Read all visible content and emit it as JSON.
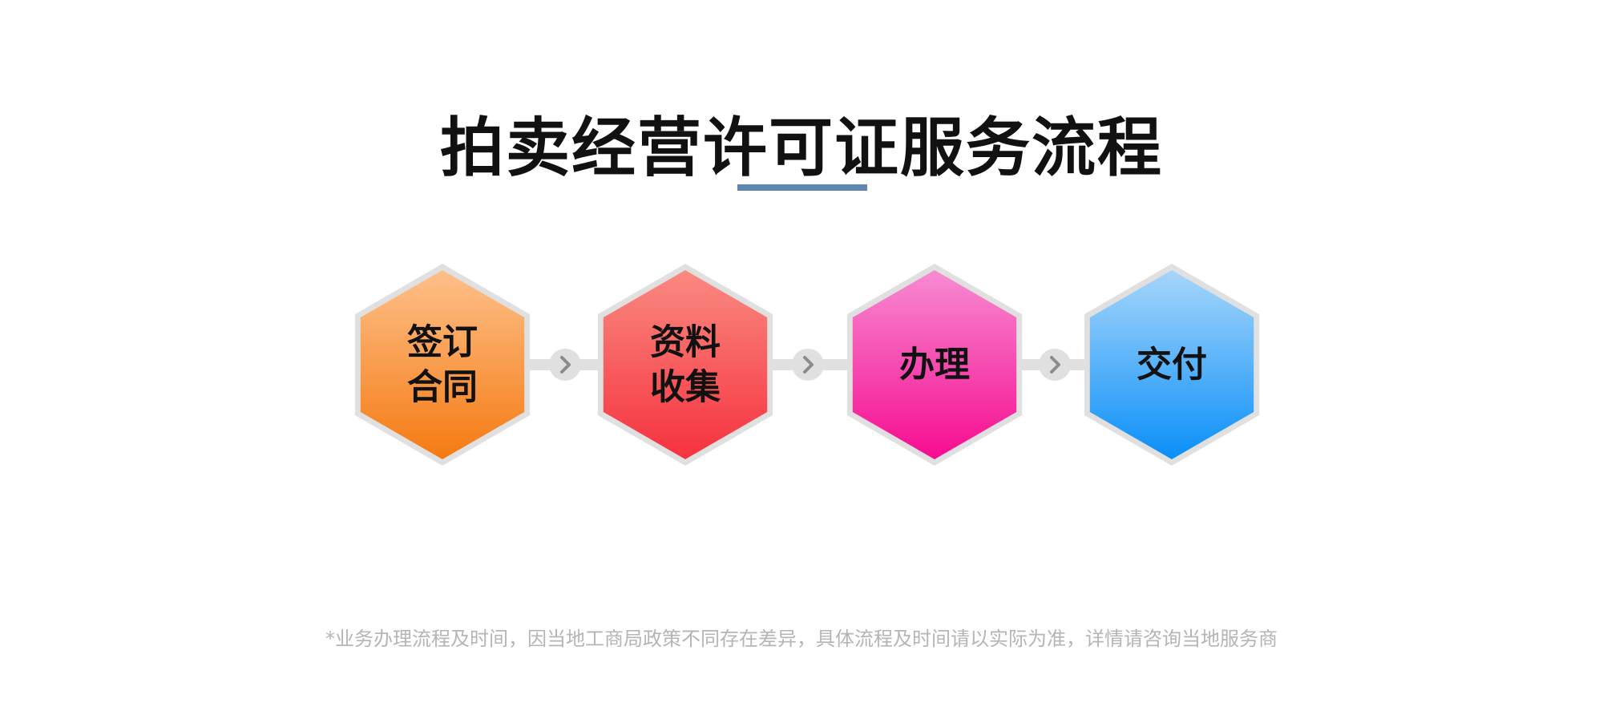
{
  "title": "拍卖经营许可证服务流程",
  "colors": {
    "title_underline": "#5f88b0",
    "hex_border": "#e0e0e0",
    "connector": "#e0e0e0",
    "arrow": "#8c8c8c"
  },
  "steps": [
    {
      "lines": [
        "签订",
        "合同"
      ],
      "gradient": [
        "#fdc08a",
        "#f57a12"
      ]
    },
    {
      "lines": [
        "资料",
        "收集"
      ],
      "gradient": [
        "#fa8a80",
        "#f6323f"
      ]
    },
    {
      "lines": [
        "办理"
      ],
      "gradient": [
        "#f78bd2",
        "#f60c90"
      ]
    },
    {
      "lines": [
        "交付"
      ],
      "gradient": [
        "#a7d6fb",
        "#0a8ff8"
      ]
    }
  ],
  "connectors": [
    {
      "icon": "chevron-right-icon"
    },
    {
      "icon": "chevron-right-icon"
    },
    {
      "icon": "chevron-right-icon"
    }
  ],
  "footnote": "*业务办理流程及时间，因当地工商局政策不同存在差异，具体流程及时间请以实际为准，详情请咨询当地服务商"
}
